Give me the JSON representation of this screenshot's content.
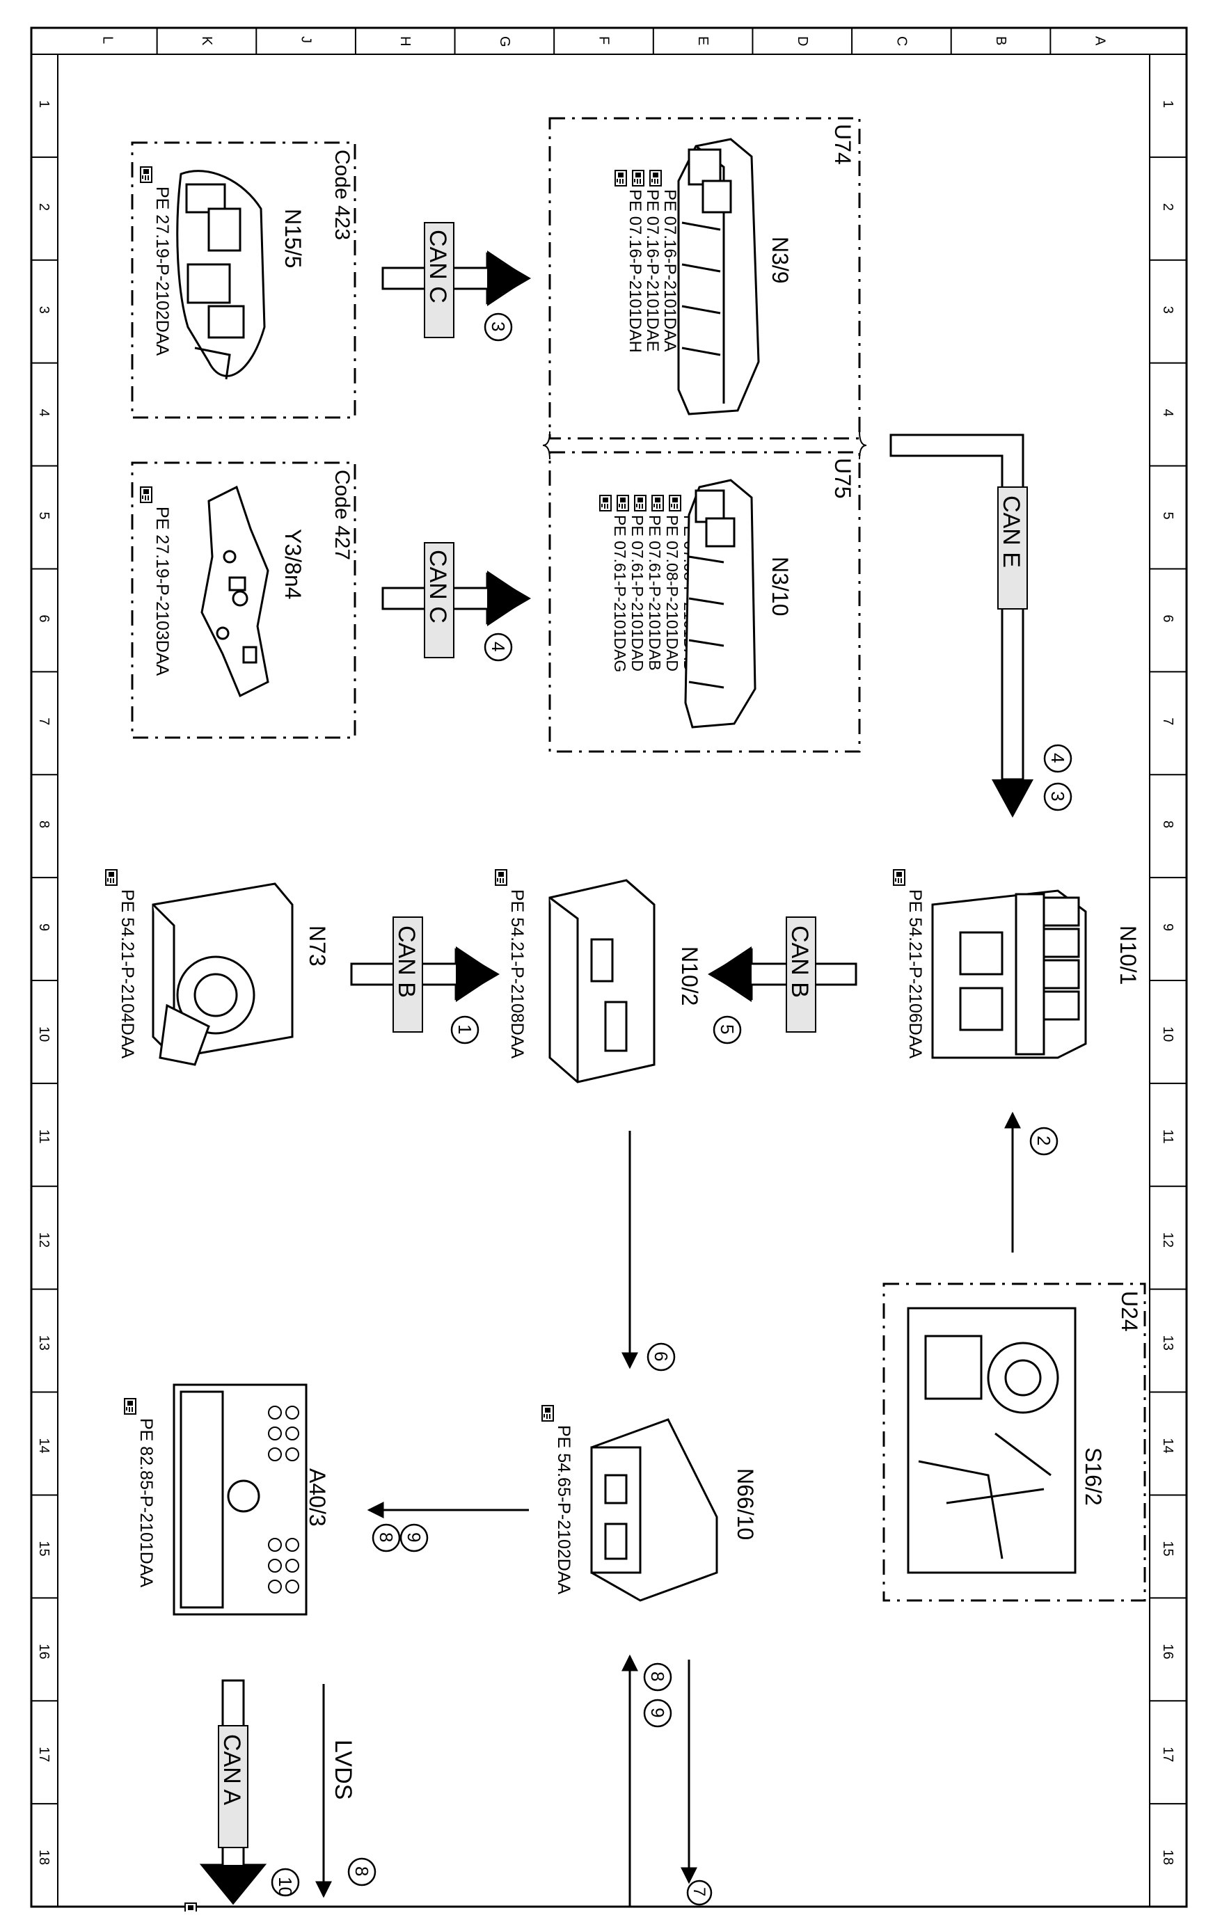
{
  "grid": {
    "columns": [
      "L",
      "K",
      "J",
      "H",
      "G",
      "F",
      "E",
      "D",
      "C",
      "B",
      "A"
    ],
    "rows": [
      "1",
      "2",
      "3",
      "4",
      "5",
      "6",
      "7",
      "8",
      "9",
      "10",
      "11",
      "12",
      "13",
      "14",
      "15",
      "16",
      "17",
      "18"
    ]
  },
  "bus_labels": {
    "can_c": "CAN C",
    "can_e": "CAN E",
    "can_b": "CAN B",
    "can_a": "CAN A",
    "lvds": "LVDS"
  },
  "step_numbers": [
    "1",
    "2",
    "3",
    "4",
    "5",
    "6",
    "7",
    "8",
    "9",
    "10"
  ],
  "components": {
    "u74": {
      "box_label": "U74",
      "name": "N3/9",
      "refs": [
        "PE 07.16-P-2101DAA",
        "PE 07.16-P-2101DAE",
        "PE 07.16-P-2101DAH"
      ]
    },
    "u75": {
      "box_label": "U75",
      "name": "N3/10",
      "refs": [
        "PE 07.08-P-2101DAB",
        "PE 07.08-P-2101DAD",
        "PE 07.61-P-2101DAB",
        "PE 07.61-P-2101DAD",
        "PE 07.61-P-2101DAG"
      ]
    },
    "code423": {
      "box_label": "Code 423",
      "name": "N15/5",
      "ref": "PE 27.19-P-2102DAA"
    },
    "code427": {
      "box_label": "Code 427",
      "name": "Y3/8n4",
      "ref": "PE 27.19-P-2103DAA"
    },
    "n10_1": {
      "name": "N10/1",
      "ref": "PE 54.21-P-2106DAA"
    },
    "n10_2": {
      "name": "N10/2",
      "ref": "PE 54.21-P-2108DAA"
    },
    "n73": {
      "name": "N73",
      "ref": "PE 54.21-P-2104DAA"
    },
    "u24": {
      "box_label": "U24",
      "name": "S16/2"
    },
    "n66_10": {
      "name": "N66/10",
      "ref": "PE 54.65-P-2102DAA"
    },
    "a40_3": {
      "name": "A40/3",
      "ref": "PE 82.85-P-2101DAA"
    }
  },
  "colors": {
    "ink": "#000000",
    "paper": "#ffffff",
    "label_fill": "#e6e6e6"
  }
}
